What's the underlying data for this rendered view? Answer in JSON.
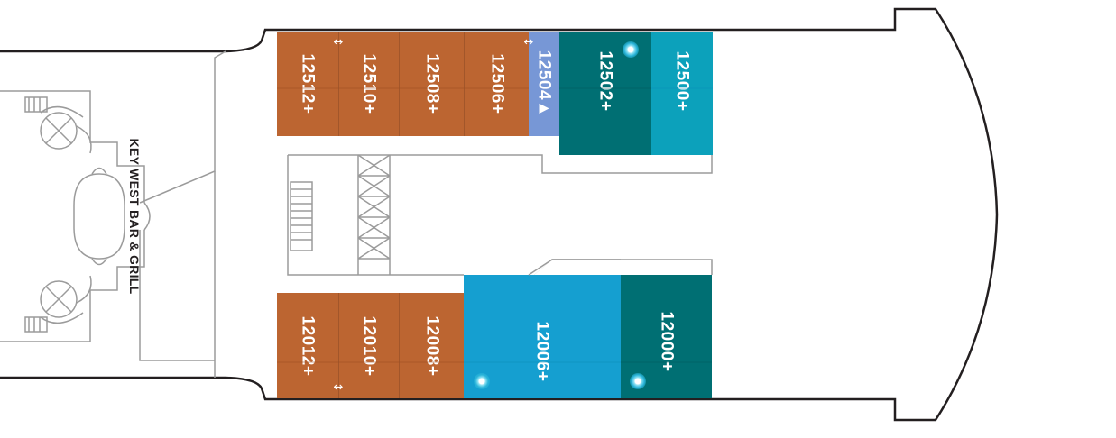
{
  "venue": {
    "name": "KEY WEST BAR & GRILL"
  },
  "colors": {
    "orange": "#bc6531",
    "teal_dark": "#006f73",
    "teal_light": "#0ca1bb",
    "blue_light": "#159fd0",
    "periwinkle": "#7797d6",
    "outline": "#231f20",
    "interior_line": "#9b9b9b"
  },
  "cabins_top": [
    {
      "number": "12512+",
      "color": "orange"
    },
    {
      "number": "12510+",
      "color": "orange"
    },
    {
      "number": "12508+",
      "color": "orange"
    },
    {
      "number": "12506+",
      "color": "orange"
    },
    {
      "number": "12504▲",
      "color": "periwinkle"
    },
    {
      "number": "12502+",
      "color": "teal_dark"
    },
    {
      "number": "12500+",
      "color": "teal_light"
    }
  ],
  "cabins_bottom": [
    {
      "number": "12012+",
      "color": "orange"
    },
    {
      "number": "12010+",
      "color": "orange"
    },
    {
      "number": "12008+",
      "color": "orange"
    },
    {
      "number": "12006+",
      "color": "blue_light"
    },
    {
      "number": "12000+",
      "color": "teal_dark"
    }
  ],
  "icons": {
    "connecting": "↔",
    "spa": "spa-icon"
  }
}
